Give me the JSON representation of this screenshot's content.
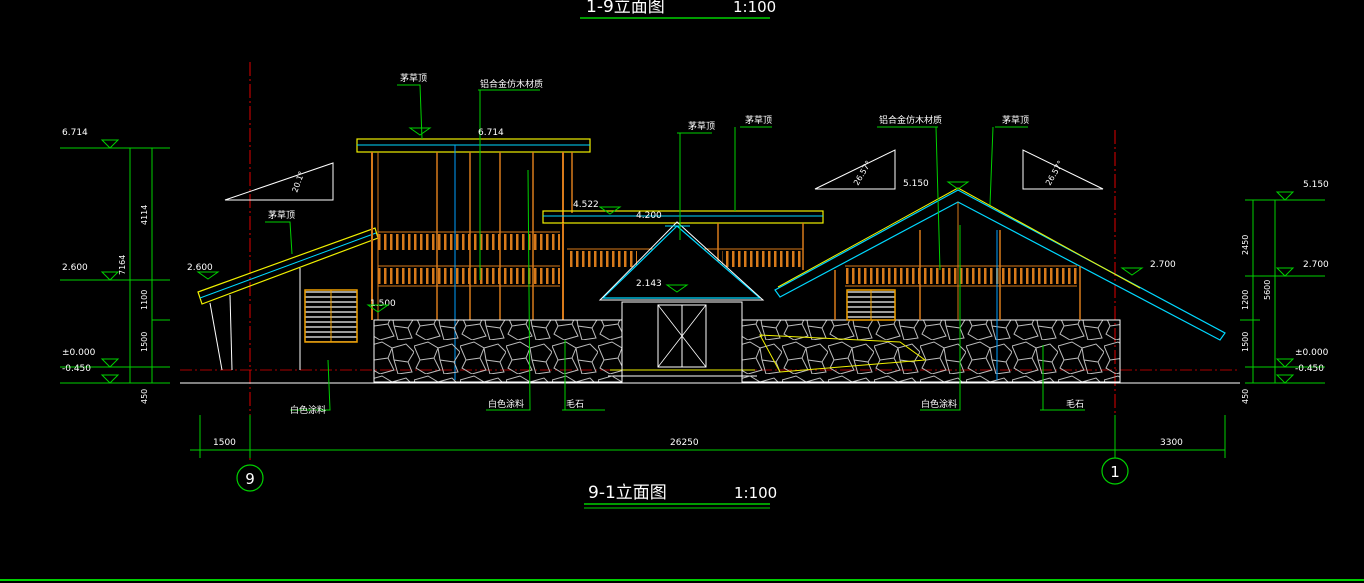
{
  "top_title": {
    "text": "1-9立面图",
    "scale": "1:100"
  },
  "title": {
    "text": "9-1立面图",
    "scale": "1:100"
  },
  "grid": {
    "left": "9",
    "right": "1"
  },
  "dimensions": {
    "left": "1500",
    "middle": "26250",
    "right": "3300"
  },
  "levels_left": [
    "6.714",
    "2.600",
    "±0.000",
    "-0.450"
  ],
  "levels_right": [
    "5.150",
    "2.700",
    "±0.000",
    "-0.450"
  ],
  "vdims_left": [
    "4114",
    "7164",
    "1100",
    "1500",
    "450"
  ],
  "vdims_right": [
    "2450",
    "5600",
    "1200",
    "1500",
    "450"
  ],
  "inner_levels": [
    "6.714",
    "4.522",
    "4.200",
    "2.600",
    "1.500",
    "2.143",
    "5.150",
    "2.700"
  ],
  "slopes": [
    "20.1°",
    "26.57°",
    "26.57°"
  ],
  "labels": {
    "thatch": "茅草顶",
    "alu": "铝合金仿木材质",
    "white_paint": "白色涂料",
    "rubble": "毛石"
  },
  "colors": {
    "background": "#000000",
    "dimension": "#00d000",
    "axis": "#e00000",
    "text": "#ffffff",
    "roof_cyan": "#00d8ff",
    "roof_yellow": "#f0f000",
    "wood": "#d87a1a",
    "stone": "#bcbcbc"
  }
}
